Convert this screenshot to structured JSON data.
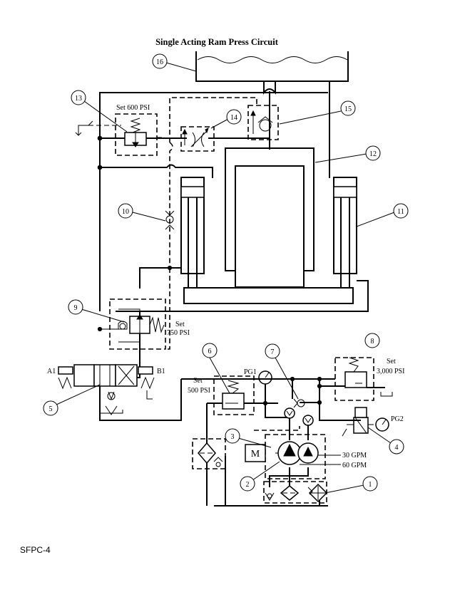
{
  "title": "Single Acting Ram Press Circuit",
  "callouts": [
    "1",
    "2",
    "3",
    "4",
    "5",
    "6",
    "7",
    "8",
    "9",
    "10",
    "11",
    "12",
    "13",
    "14",
    "15",
    "16"
  ],
  "labels": {
    "set_600": "Set 600 PSI",
    "set_750_a": "Set",
    "set_750_b": "750 PSI",
    "set_500_a": "Set",
    "set_500_b": "500 PSI",
    "set_3000_a": "Set",
    "set_3000_b": "3,000 PSI",
    "pg1": "PG1",
    "pg2": "PG2",
    "a1": "A1",
    "b1": "B1",
    "gpm30": "30 GPM",
    "gpm60": "60 GPM",
    "motor": "M"
  },
  "footer": "SFPC-4"
}
